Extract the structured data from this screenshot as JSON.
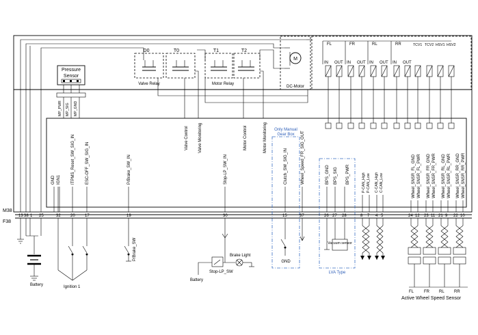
{
  "connectors": {
    "top": "M38",
    "bottom": "F38"
  },
  "pins": [
    {
      "num": "13",
      "label": ""
    },
    {
      "num": "38",
      "label": "GND"
    },
    {
      "num": "1",
      "label": "IGN1"
    },
    {
      "num": "25",
      "label": ""
    },
    {
      "num": "32",
      "label": "ITPMS_Reset_SW_SIG_IN"
    },
    {
      "num": "20",
      "label": "ESC-OFF_SW_SIG_IN"
    },
    {
      "num": "17",
      "label": ""
    },
    {
      "num": "19",
      "label": "P/Brake_SW_IN"
    },
    {
      "num": "30",
      "label": "Stop-LP_SW_IN"
    },
    {
      "num": "15",
      "label": "Clutch_SW_SIG_IN"
    },
    {
      "num": "37",
      "label": "Wheel_Speed_FR_SIG_OUT"
    },
    {
      "num": "26",
      "label": "BPS_GND"
    },
    {
      "num": "27",
      "label": "BPS_SIG"
    },
    {
      "num": "28",
      "label": "BPS_PWR"
    },
    {
      "num": "8",
      "label": "P-CAN_High"
    },
    {
      "num": "7",
      "label": "P-CAN_Low"
    },
    {
      "num": "4",
      "label": "C-CAN_High"
    },
    {
      "num": "5",
      "label": "C-CAN_Low"
    },
    {
      "num": "24",
      "label": "Wheel_SNSR_FL_GND"
    },
    {
      "num": "12",
      "label": "Wheel_SNSR_FL_PWR"
    },
    {
      "num": "23",
      "label": "Wheel_SNSR_FR_GND"
    },
    {
      "num": "11",
      "label": "Wheel_SNSR_FR_PWR"
    },
    {
      "num": "21",
      "label": "Wheel_SNSR_RL_GND"
    },
    {
      "num": "9",
      "label": "Wheel_SNSR_RL_PWR"
    },
    {
      "num": "22",
      "label": "Wheel_SNSR_RR_GND"
    },
    {
      "num": "10",
      "label": "Wheel_SNSR_RR_PWR"
    }
  ],
  "relays": {
    "d0": "D0",
    "t0": "T0",
    "t1": "T1",
    "t2": "T2",
    "valve_relay": "Valve Relay",
    "motor_relay": "Motor Relay"
  },
  "pressure_sensor": {
    "title_1": "Pressure",
    "title_2": "Sensor",
    "pins": [
      "MP_PWR",
      "MP_SIG",
      "MP_GND"
    ]
  },
  "dc_motor": {
    "label": "DC-Motor",
    "symbol": "M"
  },
  "valves": {
    "groups": [
      "FL",
      "FR",
      "RL",
      "RR"
    ],
    "in_out": [
      "IN",
      "OUT",
      "IN",
      "OUT",
      "IN",
      "OUT",
      "IN",
      "OUT"
    ],
    "tcs": [
      "TCV1",
      "TCV2",
      "HSV1",
      "HSV2"
    ]
  },
  "internal_labels": {
    "valve_control": "Valve Control",
    "valve_monitoring": "Valve Monitoring",
    "motor_control": "Motor Control",
    "motor_monitoring": "Motor Monitoring"
  },
  "manual_box": {
    "line1": "Only Manual",
    "line2": "Gear Box",
    "gnd": "GND"
  },
  "lva": {
    "label": "LVA Type",
    "sensor": "Vacuum sensor"
  },
  "bottom": {
    "battery": "Battery",
    "ignition": "Ignition 1",
    "pbrake": "P/Brake_SW",
    "stop_sw": "Stop-LP_SW",
    "brake_light": "Brake Light",
    "battery2": "Battery",
    "wheel_labels": [
      "FL",
      "FR",
      "RL",
      "RR"
    ],
    "wheel_sensor": "Active Wheel Speed Sensor"
  }
}
